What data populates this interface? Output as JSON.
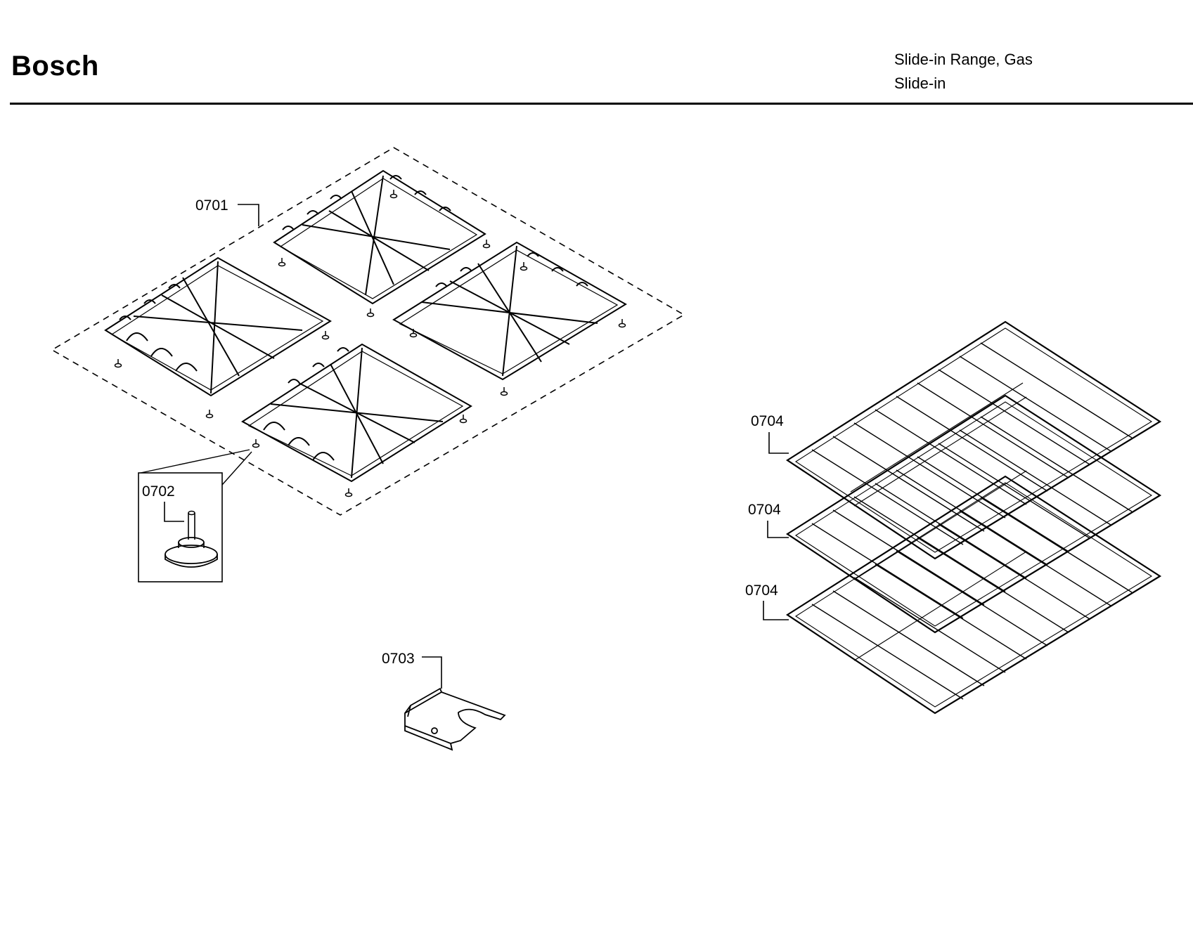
{
  "header": {
    "brand": "Bosch",
    "product_line": "Slide-in Range, Gas",
    "product_type": "Slide-in"
  },
  "parts": [
    {
      "callout": "0701",
      "part": "grate-set"
    },
    {
      "callout": "0702",
      "part": "grate-foot"
    },
    {
      "callout": "0703",
      "part": "bracket"
    },
    {
      "callout": "0704",
      "part": "oven-rack-1"
    },
    {
      "callout": "0704",
      "part": "oven-rack-2"
    },
    {
      "callout": "0704",
      "part": "oven-rack-3"
    }
  ],
  "colors": {
    "line": "#000000",
    "background": "#ffffff"
  }
}
